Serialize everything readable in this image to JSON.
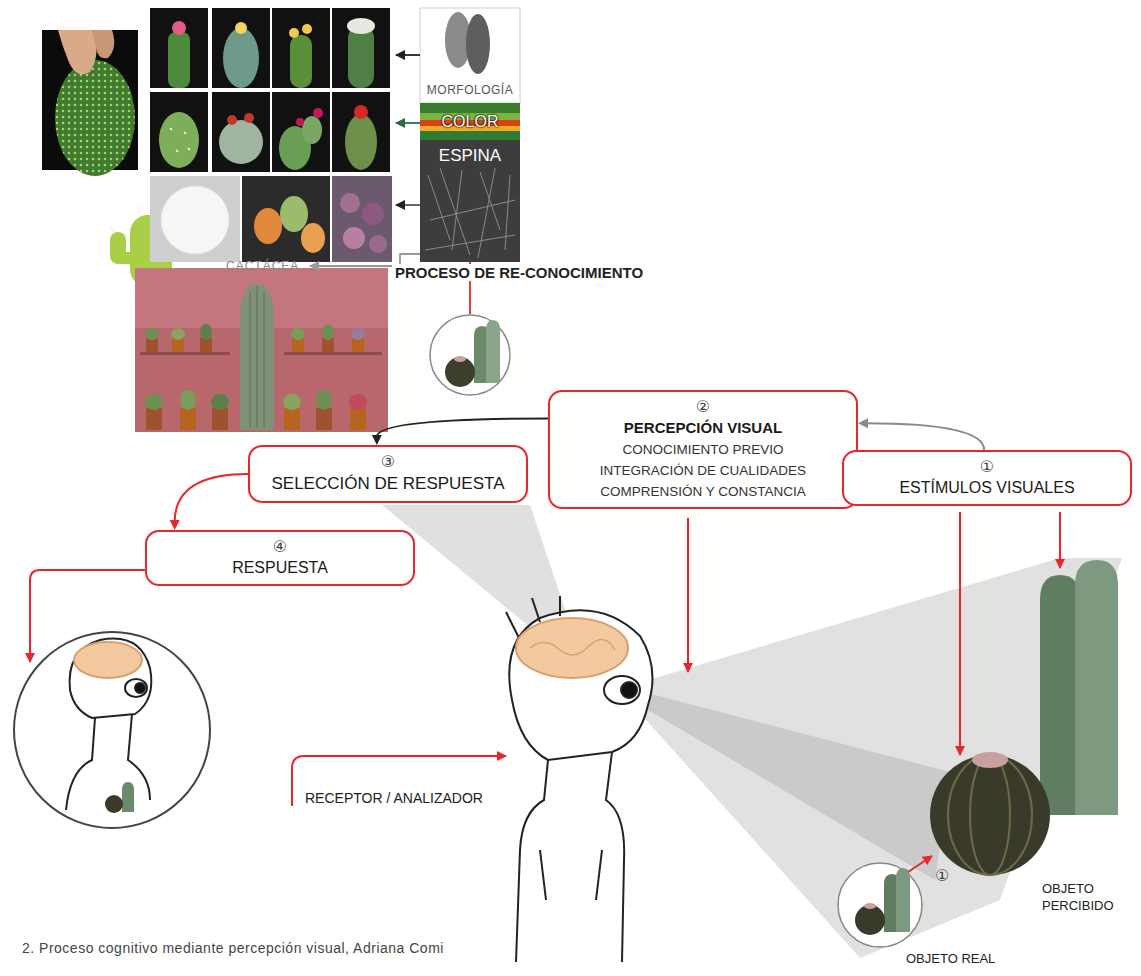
{
  "diagram": {
    "caption": "2. Proceso cognitivo mediante percepción visual, Adriana Comi",
    "nodes": [
      {
        "text": [
          "MORFOLOGÍA"
        ]
      },
      {
        "text": [
          "COLOR"
        ]
      },
      {
        "text": [
          "ESPINA"
        ]
      },
      {
        "text": [
          "②",
          "PERCEPCIÓN VISUAL",
          "CONOCIMIENTO PREVIO",
          "INTEGRACIÓN DE CUALIDADES",
          "COMPRENSIÓN Y CONSTANCIA"
        ]
      },
      {
        "text": [
          "③",
          "SELECCIÓN DE RESPUESTA"
        ]
      },
      {
        "text": [
          "①",
          "ESTÍMULOS VISUALES"
        ]
      },
      {
        "text": [
          "④",
          "RESPUESTA"
        ]
      }
    ],
    "edges": [
      {
        "from": 3,
        "to": 4,
        "arrow": "to"
      },
      {
        "from": 5,
        "to": 3,
        "arrow": "to"
      },
      {
        "from": 4,
        "to": 6,
        "arrow": "to"
      }
    ],
    "labels": [
      "CACTÁCEA",
      "PROCESO DE RE-CONOCIMIENTO",
      "RECEPTOR / ANALIZADOR",
      "OBJETO PERCIBIDO",
      "①",
      "OBJETO REAL"
    ]
  }
}
